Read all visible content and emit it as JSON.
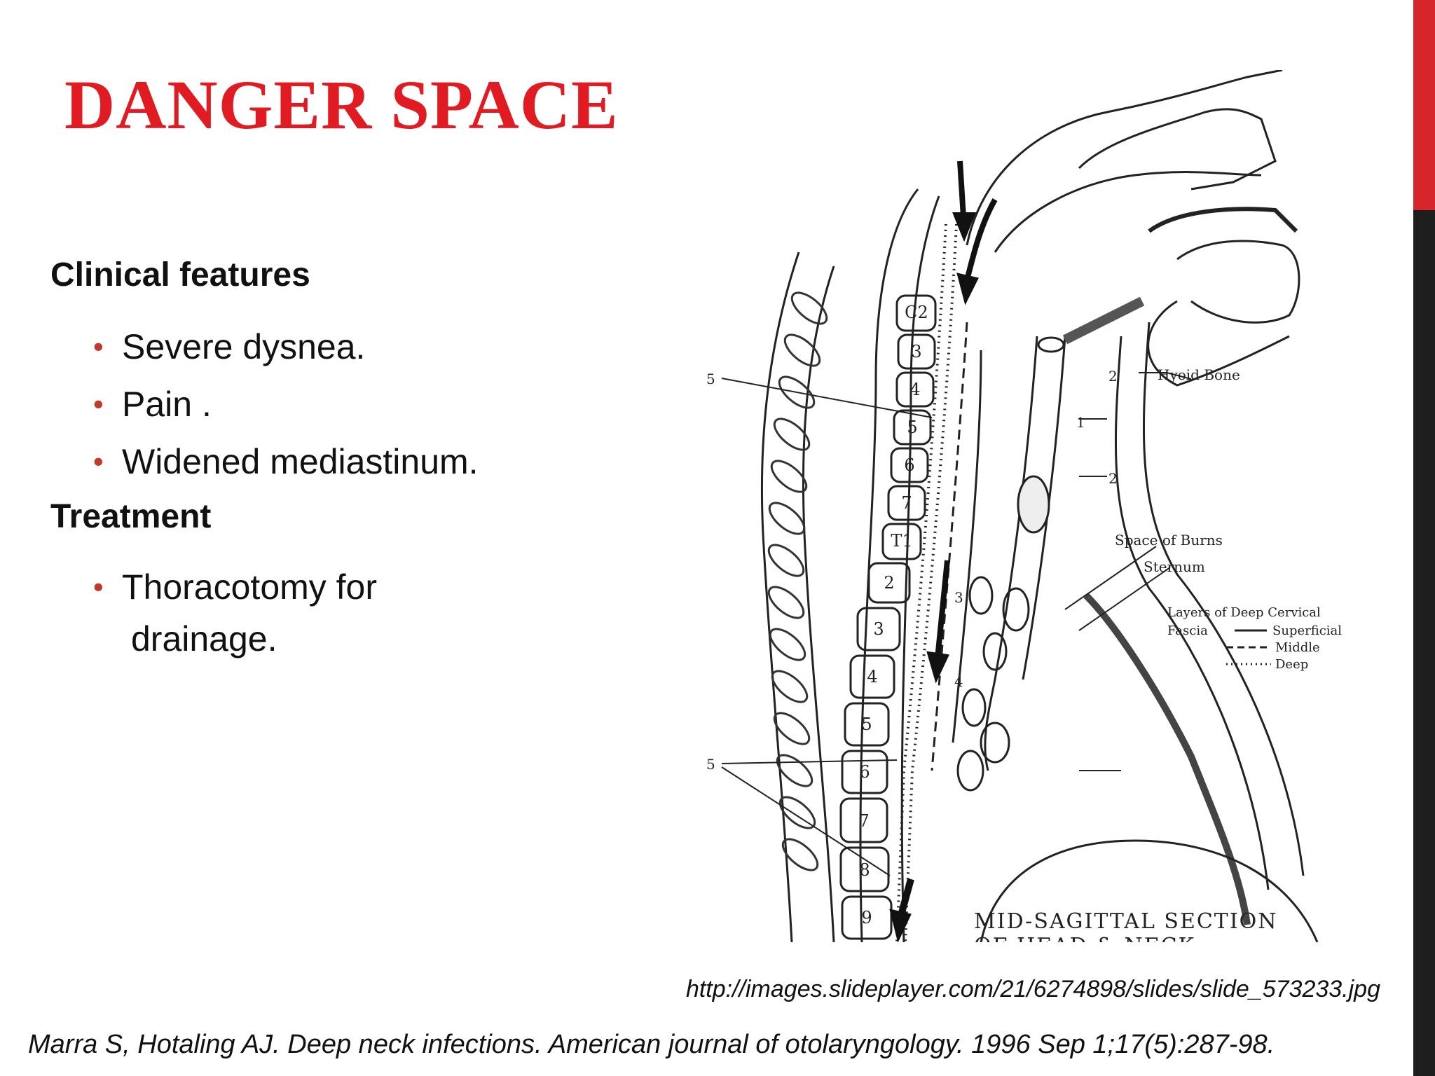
{
  "slide": {
    "title": "DANGER SPACE",
    "clinical_heading": "Clinical features",
    "clinical_bullets": [
      "Severe dysnea.",
      "Pain .",
      "Widened mediastinum."
    ],
    "treatment_heading": "Treatment",
    "treatment_bullet_line1": "Thoracotomy for",
    "treatment_bullet_line2": "drainage.",
    "image_source": "http://images.slideplayer.com/21/6274898/slides/slide_573233.jpg",
    "reference": "Marra S, Hotaling AJ. Deep neck infections. American journal of otolaryngology. 1996 Sep 1;17(5):287-98."
  },
  "figure": {
    "vertebrae": [
      "C2",
      "3",
      "4",
      "5",
      "6",
      "7",
      "T1",
      "2",
      "3",
      "4",
      "5",
      "6",
      "7",
      "8",
      "9"
    ],
    "label_hyoid": "Hyoid Bone",
    "label_space_of_burns": "Space of Burns",
    "label_sternum": "Sternum",
    "legend_title_line1": "Layers of Deep Cervical",
    "legend_title_line2": "Fascia",
    "legend_superficial": "Superficial",
    "legend_middle": "Middle",
    "legend_deep": "Deep",
    "section_title_line1": "MID-SAGITTAL SECTION",
    "section_title_line2": "OF HEAD & NECK",
    "marker_5": "5",
    "marker_2": "2",
    "marker_1": "1",
    "marker_3": "3",
    "marker_4": "4"
  },
  "colors": {
    "title": "#e11b22",
    "bullet": "#c0392b",
    "accent_red": "#d7262b",
    "accent_dark": "#1e1e1e"
  }
}
